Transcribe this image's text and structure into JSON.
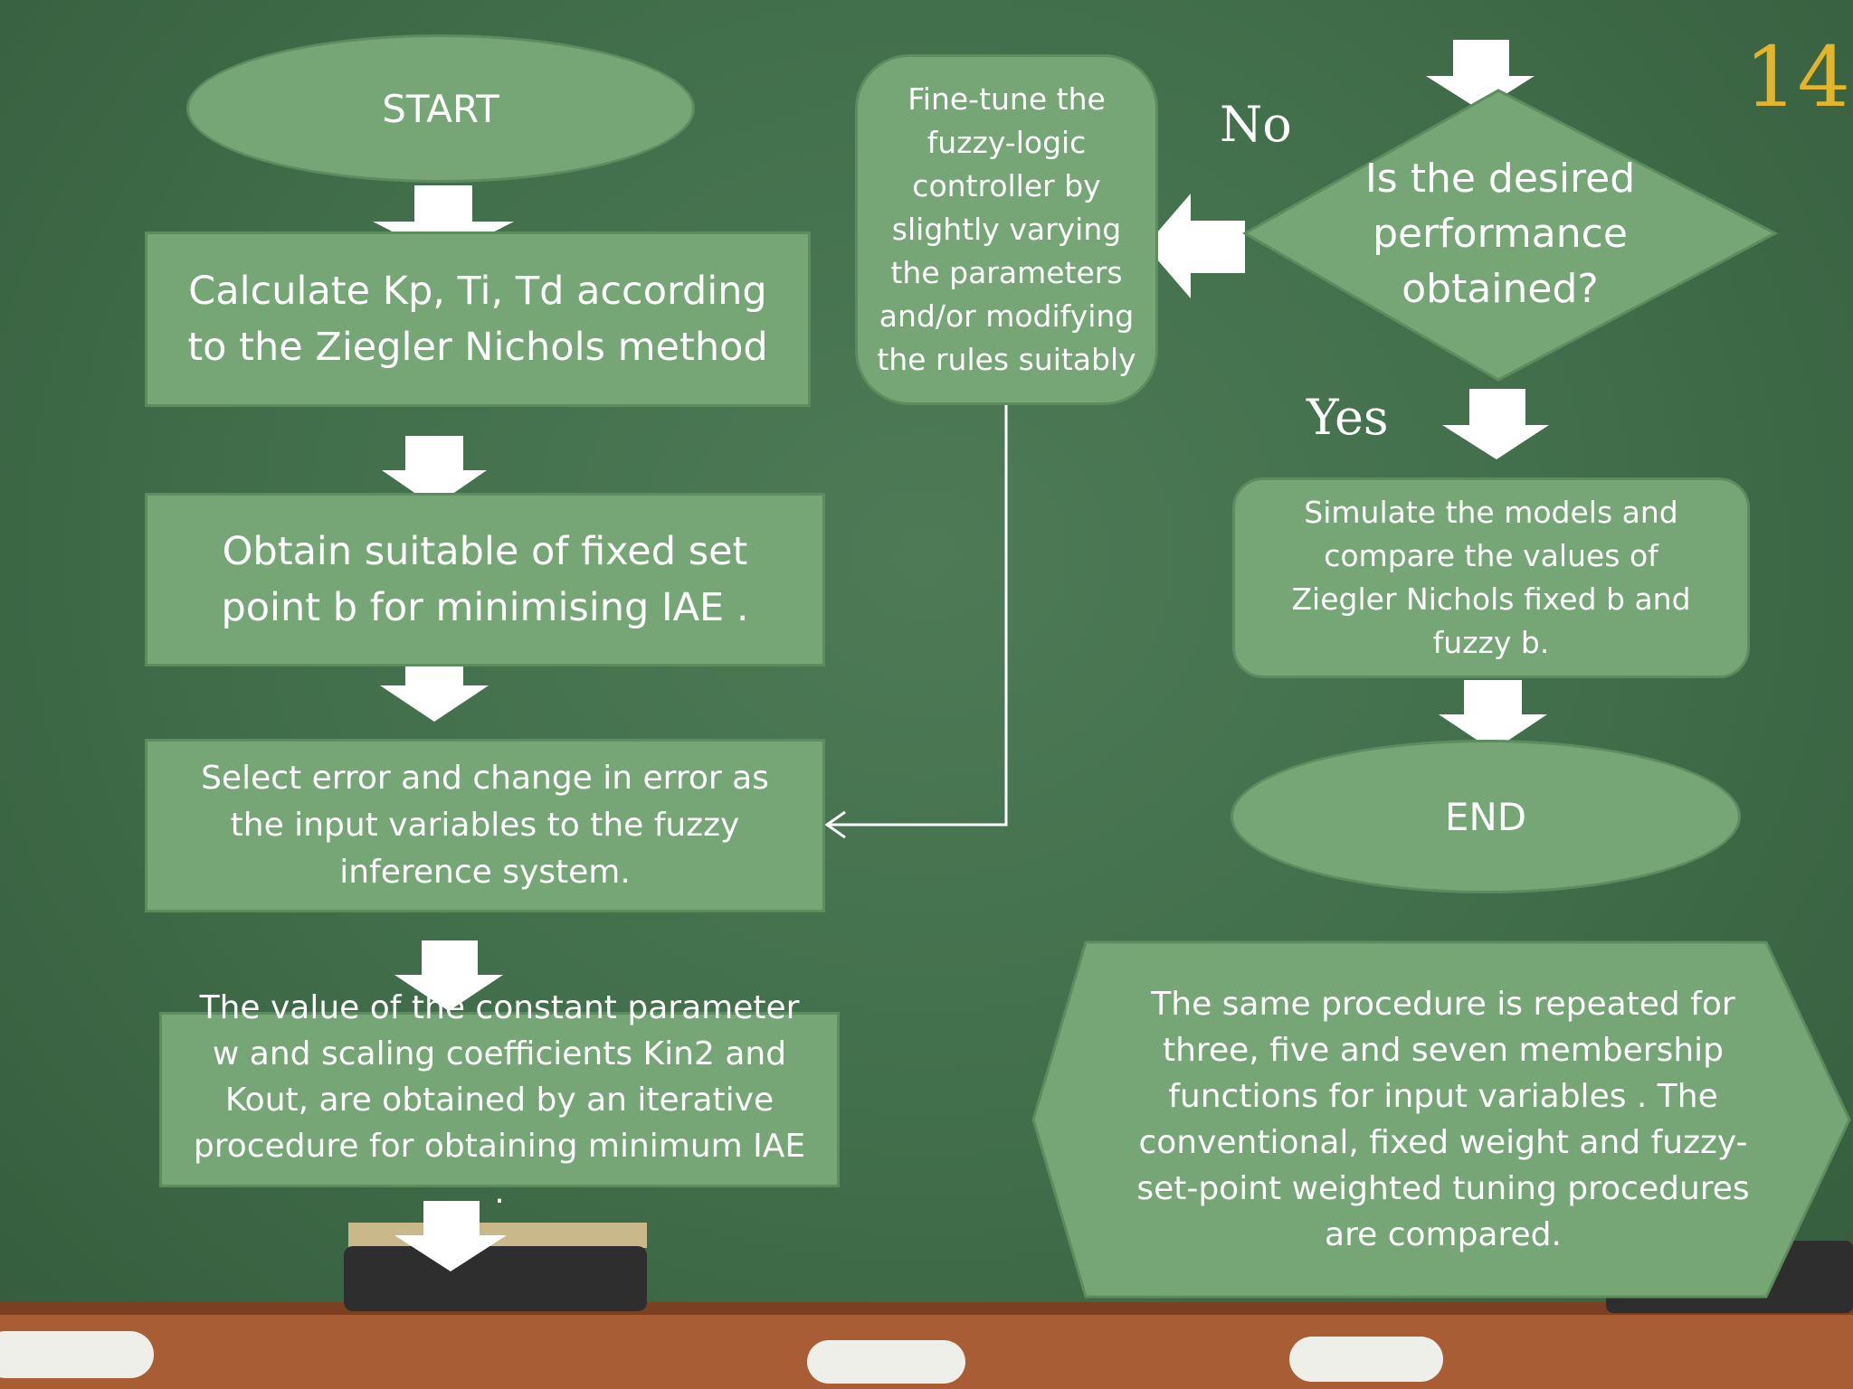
{
  "slide_number": "14",
  "colors": {
    "board": "#43704c",
    "node_fill": "#76a676",
    "arrow_fill": "#ffffff",
    "slide_number": "#e2b52a",
    "shelf": "#a85d35"
  },
  "nodes": {
    "start": "START",
    "calculate": "Calculate Kp, Ti, Td according to the Ziegler Nichols method",
    "obtain_setpoint": "Obtain suitable of fixed set point b for minimising IAE .",
    "select_inputs": "Select error and change in error as the input variables to the fuzzy inference system.",
    "iterate": "The value of the constant parameter w and scaling coefficients Kin2 and Kout, are obtained by an iterative procedure for obtaining minimum IAE .",
    "fine_tune": "Fine-tune the fuzzy-logic controller by slightly varying the parameters and/or modifying the rules suitably",
    "decision": "Is the desired performance obtained?",
    "simulate": "Simulate the models and compare the values of Ziegler Nichols fixed b and fuzzy b.",
    "end": "END",
    "repeat": "The same procedure is repeated for three, five and seven membership functions for input variables . The conventional, fixed weight and fuzzy-set-point weighted tuning procedures are compared."
  },
  "branch_labels": {
    "no": "No",
    "yes": "Yes"
  }
}
